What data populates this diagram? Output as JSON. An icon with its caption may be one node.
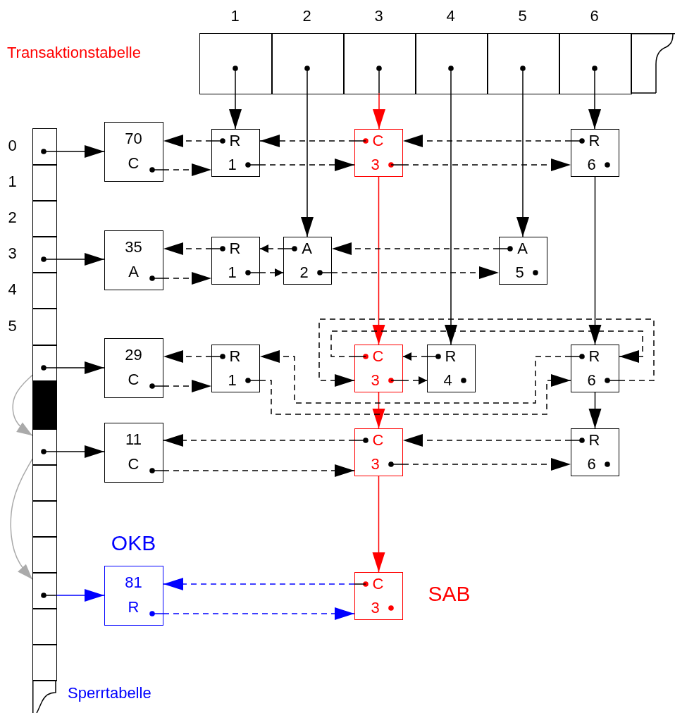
{
  "diagram": {
    "nodes": [
      {
        "text": [],
        "shape": "box",
        "beside": [
          "1"
        ]
      },
      {
        "text": [],
        "shape": "box",
        "beside": [
          "2"
        ]
      },
      {
        "text": [],
        "shape": "box",
        "beside": [
          "3"
        ]
      },
      {
        "text": [],
        "shape": "box",
        "beside": [
          "4"
        ]
      },
      {
        "text": [],
        "shape": "box",
        "beside": [
          "5"
        ]
      },
      {
        "text": [],
        "shape": "box",
        "beside": [
          "6"
        ]
      },
      {
        "text": [],
        "shape": "box"
      },
      {
        "text": [],
        "shape": "box",
        "beside": [
          "0"
        ]
      },
      {
        "text": [],
        "shape": "box",
        "beside": [
          "1"
        ]
      },
      {
        "text": [],
        "shape": "box",
        "beside": [
          "2"
        ]
      },
      {
        "text": [],
        "shape": "box",
        "beside": [
          "3"
        ]
      },
      {
        "text": [],
        "shape": "box",
        "beside": [
          "4"
        ]
      },
      {
        "text": [],
        "shape": "box",
        "beside": [
          "5"
        ]
      },
      {
        "text": [],
        "shape": "box"
      },
      {
        "text": [],
        "shape": "bar"
      },
      {
        "text": [],
        "shape": "box"
      },
      {
        "text": [],
        "shape": "box"
      },
      {
        "text": [],
        "shape": "box"
      },
      {
        "text": [],
        "shape": "box"
      },
      {
        "text": [],
        "shape": "box"
      },
      {
        "text": [],
        "shape": "box"
      },
      {
        "text": [],
        "shape": "box"
      },
      {
        "text": [],
        "shape": "box"
      },
      {
        "text": [
          "70",
          "C"
        ]
      },
      {
        "text": [
          "R",
          "1"
        ]
      },
      {
        "text": [
          "C",
          "3"
        ]
      },
      {
        "text": [
          "R",
          "6"
        ]
      },
      {
        "text": [
          "35",
          "A"
        ]
      },
      {
        "text": [
          "R",
          "1"
        ]
      },
      {
        "text": [
          "A",
          "2"
        ]
      },
      {
        "text": [
          "A",
          "5"
        ]
      },
      {
        "text": [
          "29",
          "C"
        ]
      },
      {
        "text": [
          "R",
          "1"
        ]
      },
      {
        "text": [
          "C",
          "3"
        ]
      },
      {
        "text": [
          "R",
          "4"
        ]
      },
      {
        "text": [
          "R",
          "6"
        ]
      },
      {
        "text": [
          "11",
          "C"
        ]
      },
      {
        "text": [
          "C",
          "3"
        ]
      },
      {
        "text": [
          "R",
          "6"
        ]
      },
      {
        "text": [
          "81",
          "R"
        ],
        "beside": [
          "OKB"
        ]
      },
      {
        "text": [
          "C",
          "3"
        ],
        "beside": [
          "SAB"
        ]
      }
    ],
    "edges": [
      {
        "from": 0,
        "to": 24,
        "arrow": "to"
      },
      {
        "from": 1,
        "to": 29,
        "arrow": "to"
      },
      {
        "from": 2,
        "to": 25,
        "arrow": "to",
        "color": "#ff0000"
      },
      {
        "from": 3,
        "to": 34,
        "arrow": "to"
      },
      {
        "from": 4,
        "to": 30,
        "arrow": "to"
      },
      {
        "from": 5,
        "to": 26,
        "arrow": "to"
      },
      {
        "from": 25,
        "to": 33,
        "arrow": "to",
        "color": "#ff0000"
      },
      {
        "from": 33,
        "to": 37,
        "arrow": "to",
        "color": "#ff0000"
      },
      {
        "from": 37,
        "to": 40,
        "arrow": "to",
        "color": "#ff0000"
      },
      {
        "from": 26,
        "to": 35,
        "arrow": "to"
      },
      {
        "from": 35,
        "to": 38,
        "arrow": "to"
      },
      {
        "from": 7,
        "to": 23,
        "arrow": "to"
      },
      {
        "from": 10,
        "to": 27,
        "arrow": "to"
      },
      {
        "from": 13,
        "to": 31,
        "arrow": "to"
      },
      {
        "from": 15,
        "to": 36,
        "arrow": "to"
      },
      {
        "from": 19,
        "to": 39,
        "arrow": "to",
        "color": "#0000ff"
      },
      {
        "from": 13,
        "to": 15,
        "arrow": "to",
        "color": "#aaaaaa"
      },
      {
        "from": 15,
        "to": 19,
        "arrow": "to",
        "color": "#aaaaaa"
      },
      {
        "from": 23,
        "to": 24,
        "arrow": "to",
        "style": "dashed"
      },
      {
        "from": 24,
        "to": 25,
        "arrow": "to",
        "style": "dashed"
      },
      {
        "from": 25,
        "to": 26,
        "arrow": "to",
        "style": "dashed"
      },
      {
        "from": 26,
        "to": 25,
        "arrow": "to",
        "style": "dashed"
      },
      {
        "from": 25,
        "to": 24,
        "arrow": "to",
        "style": "dashed"
      },
      {
        "from": 24,
        "to": 23,
        "arrow": "to",
        "style": "dashed"
      },
      {
        "from": 27,
        "to": 28,
        "arrow": "to",
        "style": "dashed"
      },
      {
        "from": 28,
        "to": 29,
        "arrow": "to",
        "style": "dashed"
      },
      {
        "from": 29,
        "to": 30,
        "arrow": "to",
        "style": "dashed"
      },
      {
        "from": 30,
        "to": 29,
        "arrow": "to",
        "style": "dashed"
      },
      {
        "from": 29,
        "to": 28,
        "arrow": "to",
        "style": "dashed"
      },
      {
        "from": 28,
        "to": 27,
        "arrow": "to",
        "style": "dashed"
      },
      {
        "from": 31,
        "to": 32,
        "arrow": "to",
        "style": "dashed"
      },
      {
        "from": 32,
        "to": 35,
        "arrow": "to",
        "style": "dashed"
      },
      {
        "from": 35,
        "to": 33,
        "arrow": "to",
        "style": "dashed"
      },
      {
        "from": 33,
        "to": 34,
        "arrow": "to",
        "style": "dashed"
      },
      {
        "from": 34,
        "to": 33,
        "arrow": "to",
        "style": "dashed"
      },
      {
        "from": 33,
        "to": 35,
        "arrow": "to",
        "style": "dashed"
      },
      {
        "from": 35,
        "to": 32,
        "arrow": "to",
        "style": "dashed"
      },
      {
        "from": 32,
        "to": 31,
        "arrow": "to",
        "style": "dashed"
      },
      {
        "from": 36,
        "to": 37,
        "arrow": "to",
        "style": "dashed"
      },
      {
        "from": 37,
        "to": 38,
        "arrow": "to",
        "style": "dashed"
      },
      {
        "from": 38,
        "to": 37,
        "arrow": "to",
        "style": "dashed"
      },
      {
        "from": 37,
        "to": 36,
        "arrow": "to",
        "style": "dashed"
      },
      {
        "from": 39,
        "to": 40,
        "arrow": "to",
        "style": "dashed",
        "color": "#0000ff"
      },
      {
        "from": 40,
        "to": 39,
        "arrow": "to",
        "style": "dashed",
        "color": "#0000ff"
      }
    ],
    "labels": [
      "Transaktionstabelle",
      "Sperrtabelle"
    ]
  }
}
